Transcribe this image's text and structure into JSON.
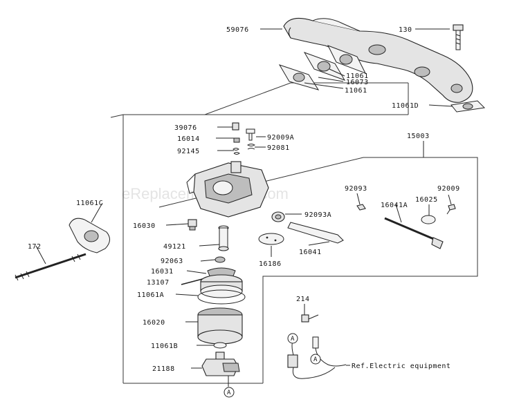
{
  "watermark": "eReplacementParts.com",
  "labels": {
    "p59076": "59076",
    "p130": "130",
    "p11061a_top": "11061",
    "p16073": "16073",
    "p11061b_top": "11061",
    "p11061d": "11061D",
    "p39076": "39076",
    "p16014": "16014",
    "p92009a": "92009A",
    "p92145": "92145",
    "p92081": "92081",
    "p15003": "15003",
    "p92093": "92093",
    "p92009": "92009",
    "p16025": "16025",
    "p16041a": "16041A",
    "p11061c": "11061C",
    "p92093a": "92093A",
    "p16030": "16030",
    "p172": "172",
    "p49121": "49121",
    "p16041": "16041",
    "p92063": "92063",
    "p16186": "16186",
    "p16031": "16031",
    "p13107": "13107",
    "p11061a": "11061A",
    "p214": "214",
    "p16020": "16020",
    "p11061b": "11061B",
    "p21188": "21188",
    "ref_marker_a1": "A",
    "ref_marker_a2": "A",
    "ref_marker_a3": "A",
    "ref_electric": "Ref.Electric equipment"
  }
}
